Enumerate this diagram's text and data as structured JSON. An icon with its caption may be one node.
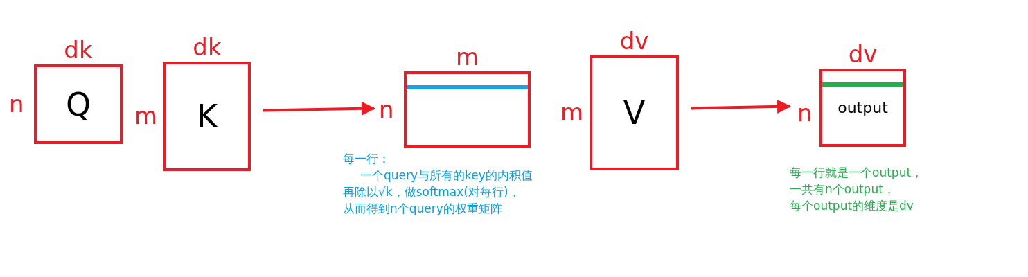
{
  "diagram": {
    "nodes": [
      {
        "text": [
          "Q"
        ],
        "beside": [
          "dk",
          "n"
        ]
      },
      {
        "text": [
          "K"
        ],
        "beside": [
          "dk",
          "m"
        ]
      },
      {
        "text": [],
        "shape": "box",
        "beside": [
          "m",
          "n"
        ]
      },
      {
        "text": [
          "V"
        ],
        "beside": [
          "dv",
          "m"
        ]
      },
      {
        "text": [
          "output"
        ],
        "beside": [
          "dv",
          "n"
        ]
      }
    ],
    "edges": [
      {
        "from": 1,
        "to": 2,
        "arrow": "to"
      },
      {
        "from": 3,
        "to": 4,
        "arrow": "to"
      }
    ],
    "labels": [
      "每一行：",
      "一个query与所有的key的内积值",
      "再除以√k，做softmax(对每行)，",
      "从而得到n个query的权重矩阵",
      "每一行就是一个output，",
      "一共有n个output，",
      "每个output的维度是dv"
    ]
  }
}
